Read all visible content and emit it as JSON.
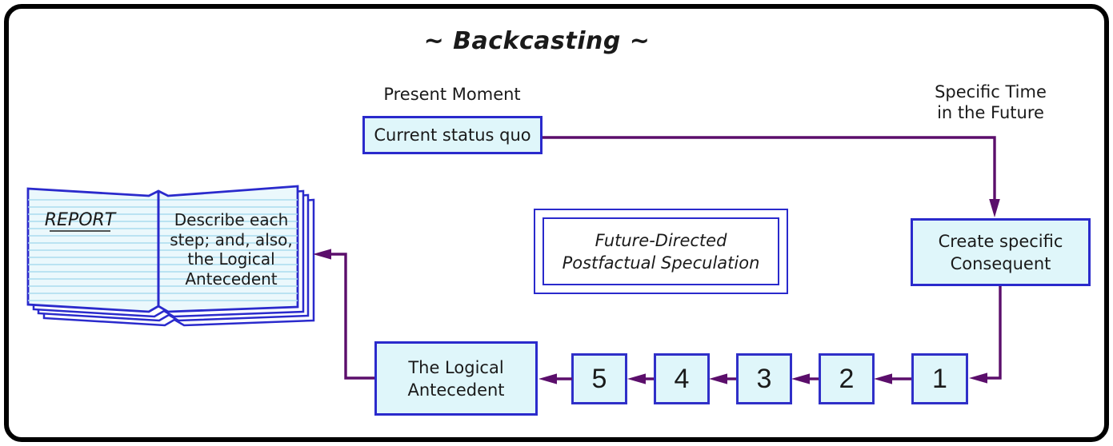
{
  "title": "~ Backcasting ~",
  "labels": {
    "present_moment": "Present Moment",
    "specific_time_line1": "Specific Time",
    "specific_time_line2": "in the Future"
  },
  "boxes": {
    "current_status_quo": "Current status quo",
    "create_consequent": {
      "line1": "Create specific",
      "line2": "Consequent"
    },
    "speculation": {
      "line1": "Future-Directed",
      "line2": "Postfactual Speculation"
    },
    "logical_antecedent": {
      "line1": "The Logical",
      "line2": "Antecedent"
    }
  },
  "steps": {
    "display_order": [
      "5",
      "4",
      "3",
      "2",
      "1"
    ]
  },
  "book": {
    "left_page_title": "REPORT",
    "right_page_lines": [
      "Describe each",
      "step; and, also,",
      "the Logical",
      "Antecedent"
    ]
  },
  "colors": {
    "box_fill": "#DFF6FA",
    "box_border": "#2A2ACC",
    "arrow_purple": "#5B0E6B",
    "page_fill": "#EBF8FC",
    "page_rule_line": "#A9DCEF",
    "outer_border": "#000000",
    "text": "#1A1A1A"
  }
}
